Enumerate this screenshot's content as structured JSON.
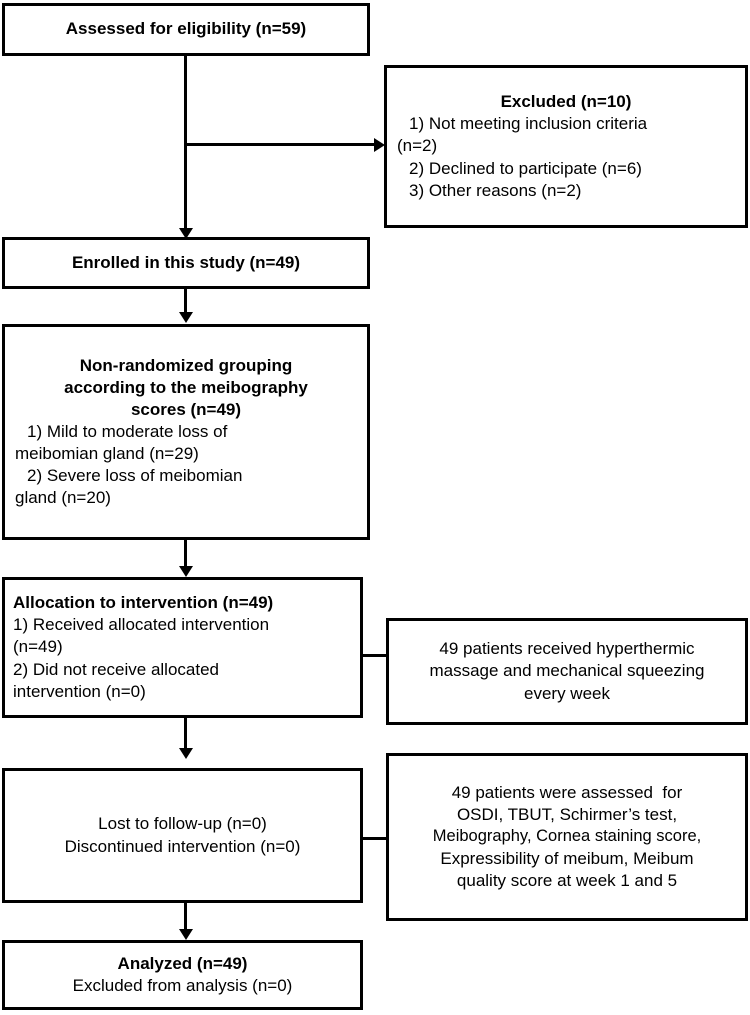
{
  "diagram": {
    "title": "CONSORT participant flow diagram",
    "colors": {
      "stroke": "#000000",
      "background": "#ffffff",
      "text": "#000000"
    }
  },
  "nodes": {
    "assessed": {
      "name": "assessed-for-eligibility",
      "lines": [
        {
          "text": "Assessed for eligibility (n=59)",
          "bold": true,
          "align": "center"
        }
      ]
    },
    "excluded": {
      "name": "excluded",
      "lines": [
        {
          "text": "Excluded (n=10)",
          "bold": true,
          "align": "center"
        },
        {
          "text": "1) Not meeting inclusion criteria",
          "bold": false,
          "align": "left",
          "indent": true
        },
        {
          "text": "(n=2)",
          "bold": false,
          "align": "left"
        },
        {
          "text": "2) Declined to participate (n=6)",
          "bold": false,
          "align": "left",
          "indent": true
        },
        {
          "text": "3) Other reasons (n=2)",
          "bold": false,
          "align": "left",
          "indent": true
        }
      ]
    },
    "enrolled": {
      "name": "enrolled-in-study",
      "lines": [
        {
          "text": "Enrolled in this study (n=49)",
          "bold": true,
          "align": "center"
        }
      ]
    },
    "grouping": {
      "name": "non-randomized-grouping",
      "lines": [
        {
          "text": "Non-randomized grouping",
          "bold": true,
          "align": "center"
        },
        {
          "text": "according to the meibography",
          "bold": true,
          "align": "center"
        },
        {
          "text": "scores (n=49)",
          "bold": true,
          "align": "center"
        },
        {
          "text": "1) Mild to moderate loss of",
          "bold": false,
          "align": "left",
          "indent": true
        },
        {
          "text": "meibomian gland (n=29)",
          "bold": false,
          "align": "left"
        },
        {
          "text": "2) Severe loss of meibomian",
          "bold": false,
          "align": "left",
          "indent": true
        },
        {
          "text": "gland (n=20)",
          "bold": false,
          "align": "left"
        }
      ]
    },
    "allocation": {
      "name": "allocation-to-intervention",
      "lines": [
        {
          "text": "Allocation to intervention (n=49)",
          "bold": true,
          "align": "left"
        },
        {
          "text": "1) Received allocated intervention",
          "bold": false,
          "align": "left"
        },
        {
          "text": "(n=49)",
          "bold": false,
          "align": "left"
        },
        {
          "text": "2) Did not receive allocated",
          "bold": false,
          "align": "left"
        },
        {
          "text": "intervention (n=0)",
          "bold": false,
          "align": "left"
        }
      ]
    },
    "treatment": {
      "name": "treatment-received",
      "lines": [
        {
          "text": "49 patients received hyperthermic",
          "bold": false,
          "align": "center"
        },
        {
          "text": "massage and mechanical squeezing",
          "bold": false,
          "align": "center"
        },
        {
          "text": "every week",
          "bold": false,
          "align": "center"
        }
      ]
    },
    "followup": {
      "name": "follow-up",
      "lines": [
        {
          "text": "Lost to follow-up (n=0)",
          "bold": false,
          "align": "center"
        },
        {
          "text": "Discontinued intervention (n=0)",
          "bold": false,
          "align": "center"
        }
      ]
    },
    "assessment": {
      "name": "outcome-assessment",
      "lines": [
        {
          "text": "49 patients were assessed  for",
          "bold": false,
          "align": "center"
        },
        {
          "text": "OSDI, TBUT, Schirmer’s test,",
          "bold": false,
          "align": "center"
        },
        {
          "text": "Meibography, Cornea staining score,",
          "bold": false,
          "align": "center"
        },
        {
          "text": "Expressibility of meibum, Meibum",
          "bold": false,
          "align": "center"
        },
        {
          "text": "quality score at week 1 and 5",
          "bold": false,
          "align": "center"
        }
      ]
    },
    "analyzed": {
      "name": "analyzed",
      "lines": [
        {
          "text": "Analyzed (n=49)",
          "bold": true,
          "align": "center"
        },
        {
          "text": "Excluded from analysis (n=0)",
          "bold": false,
          "align": "center"
        }
      ]
    }
  },
  "connectors": [
    {
      "name": "assessed-to-enrolled",
      "type": "arrow-down"
    },
    {
      "name": "assessed-to-excluded",
      "type": "arrow-right"
    },
    {
      "name": "enrolled-to-grouping",
      "type": "arrow-down"
    },
    {
      "name": "grouping-to-allocation",
      "type": "arrow-down"
    },
    {
      "name": "allocation-to-treatment",
      "type": "line-right"
    },
    {
      "name": "allocation-to-followup",
      "type": "arrow-down"
    },
    {
      "name": "followup-to-assessment",
      "type": "line-right"
    },
    {
      "name": "followup-to-analyzed",
      "type": "arrow-down"
    }
  ]
}
